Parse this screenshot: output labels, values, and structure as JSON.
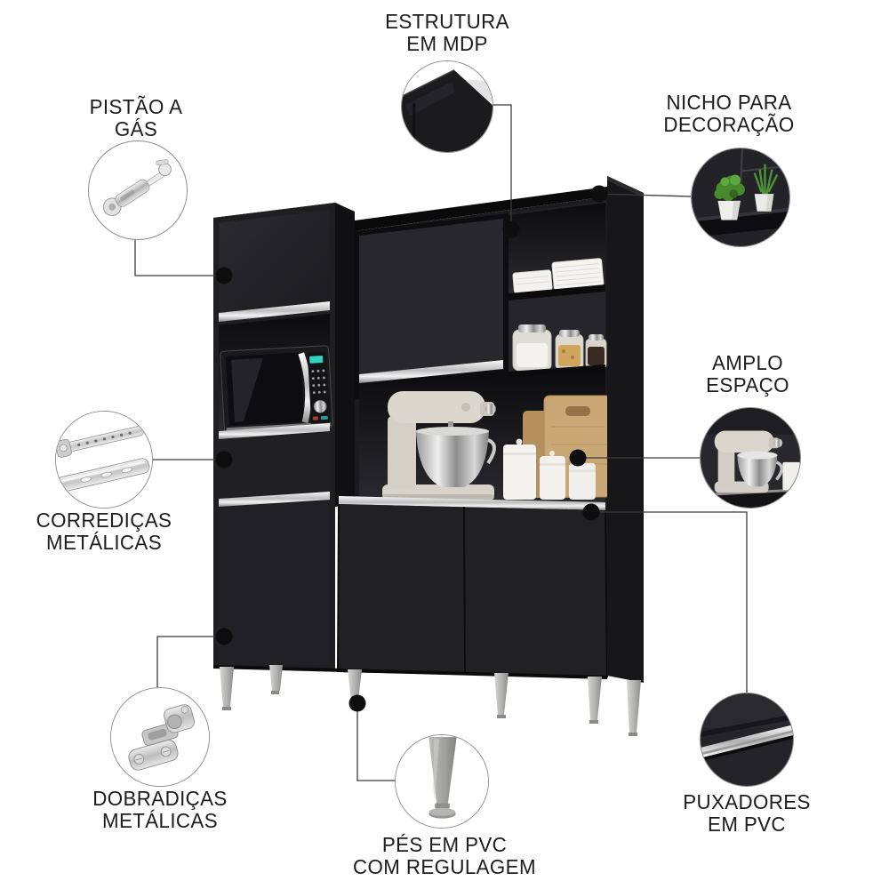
{
  "title": "Kitchen cabinet feature callout diagram",
  "callouts": {
    "estrutura": {
      "line1": "ESTRUTURA",
      "line2": "EM MDP",
      "icon": "cabinet-corner-icon"
    },
    "pistao": {
      "line1": "PISTÃO A",
      "line2": "GÁS",
      "icon": "gas-piston-icon"
    },
    "nicho": {
      "line1": "NICHO PARA",
      "line2": "DECORAÇÃO",
      "icon": "decor-plants-icon"
    },
    "amplo": {
      "line1": "AMPLO",
      "line2": "ESPAÇO",
      "icon": "stand-mixer-icon"
    },
    "corredicas": {
      "line1": "CORREDIÇAS",
      "line2": "METÁLICAS",
      "icon": "drawer-slide-icon"
    },
    "dobradicas": {
      "line1": "DOBRADIÇAS",
      "line2": "METÁLICAS",
      "icon": "cabinet-hinge-icon"
    },
    "pes": {
      "line1": "PÉS EM PVC",
      "line2": "COM REGULAGEM",
      "icon": "pvc-foot-icon"
    },
    "puxadores": {
      "line1": "PUXADORES",
      "line2": "EM PVC",
      "icon": "pvc-handle-icon"
    }
  },
  "colors": {
    "background": "#ffffff",
    "cabinet_black": "#202023",
    "handle_silver": "#d8d8d8",
    "leg_gray": "#b4b4b2",
    "text": "#1c1c1c",
    "callout_line": "#3b3b3b",
    "plant_green": "#4b8c3a",
    "wood_tan": "#c2a071",
    "microwave_display_teal": "#35d0bf"
  }
}
